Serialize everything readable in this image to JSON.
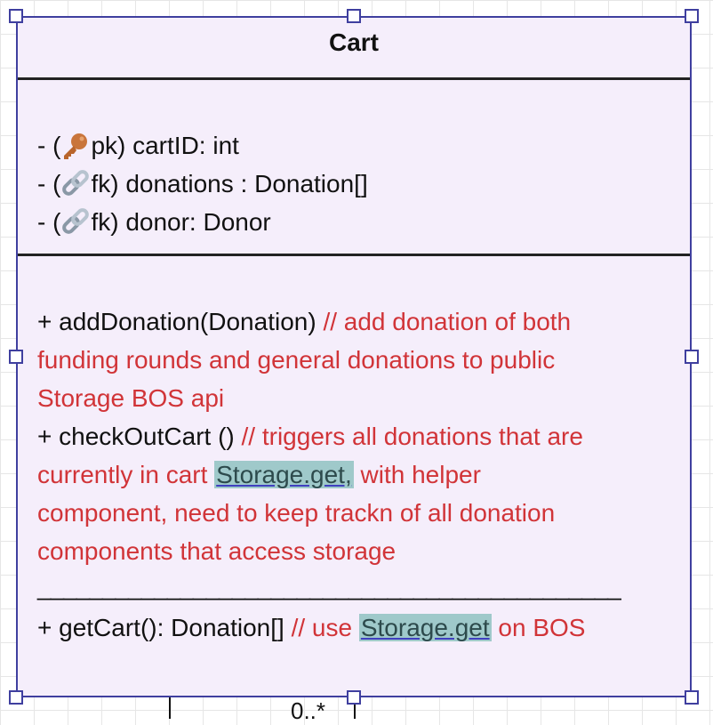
{
  "class": {
    "name": "Cart",
    "attributes": [
      {
        "prefix": "- (",
        "kind": "pk",
        "icon": "key-icon",
        "rest": "pk) cartID: int"
      },
      {
        "prefix": "- (",
        "kind": "fk",
        "icon": "link-icon",
        "rest": "fk) donations : Donation[]"
      },
      {
        "prefix": "- (",
        "kind": "fk",
        "icon": "link-icon",
        "rest": "fk) donor: Donor"
      }
    ],
    "methods": {
      "add_sig": "+ addDonation(Donation) ",
      "add_comment_1": "// add donation of both",
      "add_comment_2": "funding rounds and general donations to public",
      "add_comment_3": "Storage BOS api",
      "checkout_sig": "+ checkOutCart () ",
      "checkout_comment_1": "// triggers all donations that are",
      "checkout_comment_2a": "currently in cart ",
      "checkout_highlight": "Storage.get,",
      "checkout_comment_2b": " with helper",
      "checkout_comment_3": "component, need to keep trackn of all donation",
      "checkout_comment_4": "components that access storage",
      "separator": "_____________________________________________",
      "getcart_sig": "+ getCart(): Donation[] ",
      "getcart_comment_a": "// use ",
      "getcart_highlight": "Storage.get",
      "getcart_comment_b": "  on BOS"
    }
  },
  "connector": {
    "multiplicity": "0..*"
  },
  "colors": {
    "class_fill": "#f5eefb",
    "border": "#3f3f9f",
    "comment": "#d13438",
    "highlight": "#9fc9ca"
  }
}
